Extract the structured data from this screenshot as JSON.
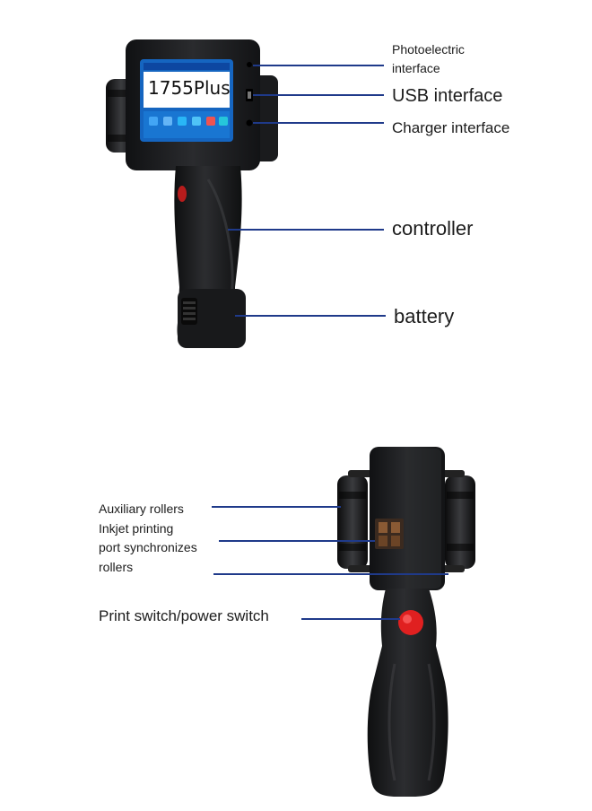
{
  "labels": {
    "photoelectric_line1": "Photoelectric",
    "photoelectric_line2": "interface",
    "usb": "USB interface",
    "charger": "Charger interface",
    "controller": "controller",
    "battery": "battery",
    "auxiliary": "Auxiliary rollers",
    "inkjet_line1": "Inkjet printing",
    "inkjet_line2": "port synchronizes",
    "inkjet_line3": "rollers",
    "switch": "Print switch/power switch"
  },
  "screen": {
    "model": "1755Plus"
  },
  "colors": {
    "leader_line": "#1f3a8a",
    "device_body": "#1d1e20",
    "screen_blue": "#1565c0",
    "switch_red": "#e02020"
  }
}
